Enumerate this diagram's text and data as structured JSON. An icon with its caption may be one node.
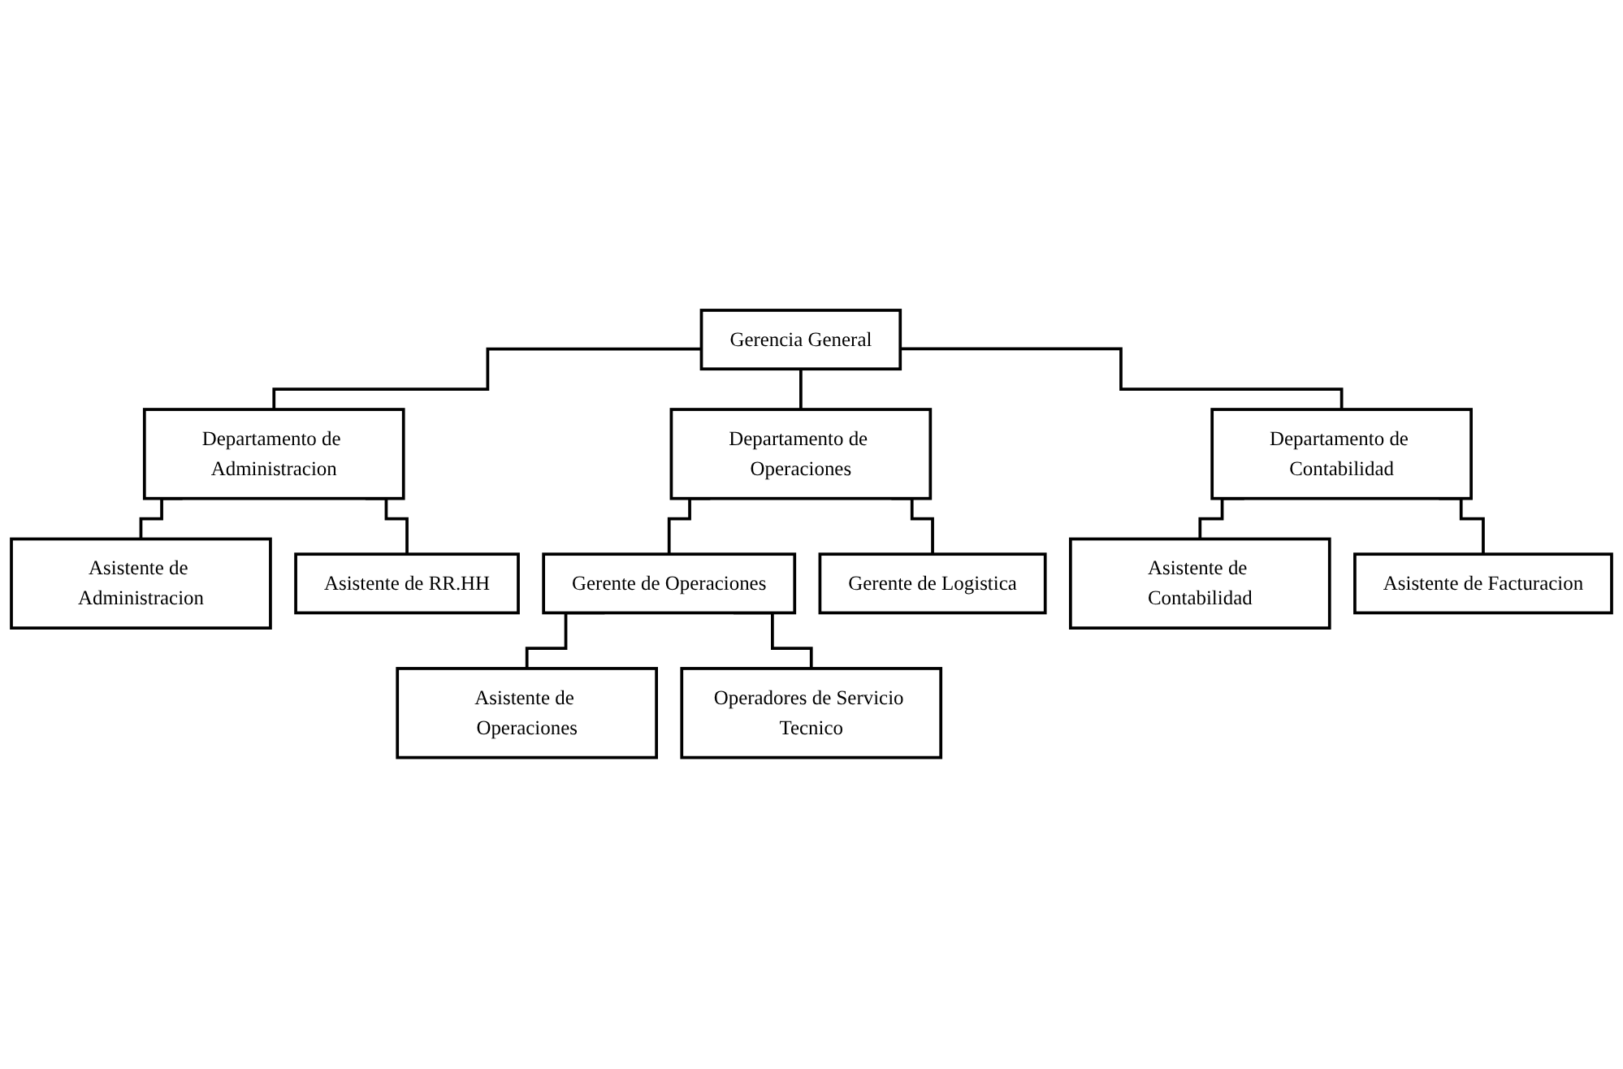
{
  "diagram": {
    "nodes": [
      {
        "text": [
          "Gerencia General"
        ]
      },
      {
        "text": [
          "Departamento de Administracion"
        ]
      },
      {
        "text": [
          "Departamento de Operaciones"
        ]
      },
      {
        "text": [
          "Departamento de Contabilidad"
        ]
      },
      {
        "text": [
          "Asistente de Administracion"
        ]
      },
      {
        "text": [
          "Asistente de RR.HH"
        ]
      },
      {
        "text": [
          "Gerente de Operaciones"
        ]
      },
      {
        "text": [
          "Gerente de Logistica"
        ]
      },
      {
        "text": [
          "Asistente de Operaciones"
        ]
      },
      {
        "text": [
          "Operadores de Servicio Tecnico"
        ]
      },
      {
        "text": [
          "Asistente de Contabilidad"
        ]
      },
      {
        "text": [
          "Asistente de Facturacion"
        ]
      }
    ],
    "edges": [
      {
        "from": 0,
        "to": 1,
        "arrow": "none"
      },
      {
        "from": 0,
        "to": 2,
        "arrow": "none"
      },
      {
        "from": 0,
        "to": 3,
        "arrow": "none"
      },
      {
        "from": 1,
        "to": 4,
        "arrow": "none"
      },
      {
        "from": 1,
        "to": 5,
        "arrow": "none"
      },
      {
        "from": 2,
        "to": 6,
        "arrow": "none"
      },
      {
        "from": 2,
        "to": 7,
        "arrow": "none"
      },
      {
        "from": 6,
        "to": 8,
        "arrow": "none"
      },
      {
        "from": 6,
        "to": 9,
        "arrow": "none"
      },
      {
        "from": 3,
        "to": 10,
        "arrow": "none"
      },
      {
        "from": 3,
        "to": 11,
        "arrow": "none"
      }
    ]
  }
}
